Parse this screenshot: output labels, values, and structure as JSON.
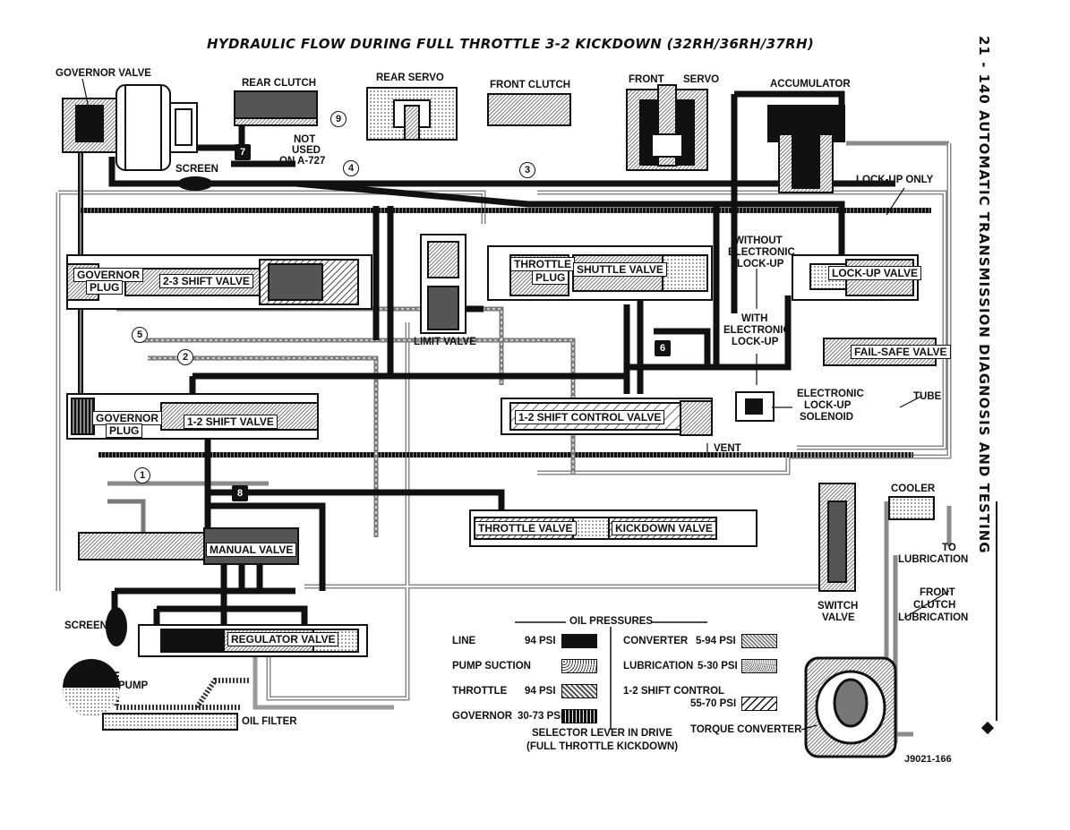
{
  "title": "HYDRAULIC FLOW DURING FULL THROTTLE 3-2 KICKDOWN (32RH/36RH/37RH)",
  "side_header": "21 - 140   AUTOMATIC TRANSMISSION DIAGNOSIS AND TESTING",
  "figure_id": "J9021-166",
  "components": {
    "governor_valve": "GOVERNOR VALVE",
    "rear_clutch": "REAR CLUTCH",
    "rear_servo": "REAR SERVO",
    "front_clutch": "FRONT CLUTCH",
    "front": "FRONT",
    "servo": "SERVO",
    "accumulator": "ACCUMULATOR",
    "screen_top": "SCREEN",
    "not_used_1": "NOT",
    "not_used_2": "USED",
    "not_used_3": "ON A-727",
    "lockup_only": "LOCK-UP ONLY",
    "without_electronic_1": "WITHOUT",
    "without_electronic_2": "ELECTRONIC",
    "without_electronic_3": "LOCK-UP",
    "with_electronic_1": "WITH",
    "with_electronic_2": "ELECTRONIC",
    "with_electronic_3": "LOCK-UP",
    "electronic_solenoid_1": "ELECTRONIC",
    "electronic_solenoid_2": "LOCK-UP",
    "electronic_solenoid_3": "SOLENOID",
    "governor_plug_top_1": "GOVERNOR",
    "governor_plug_top_2": "PLUG",
    "shift_23": "2-3 SHIFT VALVE",
    "throttle_plug_1": "THROTTLE",
    "throttle_plug_2": "PLUG",
    "shuttle_valve": "SHUTTLE VALVE",
    "lockup_valve": "LOCK-UP VALVE",
    "limit_valve": "LIMIT VALVE",
    "failsafe_valve": "FAIL-SAFE VALVE",
    "tube": "TUBE",
    "governor_plug_bot_1": "GOVERNOR",
    "governor_plug_bot_2": "PLUG",
    "shift_12": "1-2 SHIFT VALVE",
    "shift_12_control": "1-2 SHIFT CONTROL VALVE",
    "vent": "VENT",
    "cooler": "COOLER",
    "to_lubrication_1": "TO",
    "to_lubrication_2": "LUBRICATION",
    "throttle_valve": "THROTTLE VALVE",
    "kickdown_valve": "KICKDOWN VALVE",
    "manual_valve": "MANUAL VALVE",
    "switch_valve_1": "SWITCH",
    "switch_valve_2": "VALVE",
    "front_clutch_lub_1": "FRONT",
    "front_clutch_lub_2": "CLUTCH",
    "front_clutch_lub_3": "LUBRICATION",
    "screen_bottom": "SCREEN",
    "regulator_valve": "REGULATOR VALVE",
    "pump": "PUMP",
    "oil_filter": "OIL FILTER",
    "torque_converter": "TORQUE CONVERTER",
    "selector_1": "SELECTOR LEVER IN DRIVE",
    "selector_2": "(FULL THROTTLE KICKDOWN)"
  },
  "circuit_numbers": [
    "1",
    "2",
    "3",
    "4",
    "5",
    "6",
    "7",
    "8",
    "9"
  ],
  "legend": {
    "heading": "OIL PRESSURES",
    "items": [
      {
        "label": "LINE",
        "value": "94 PSI",
        "pattern": "line"
      },
      {
        "label": "PUMP SUCTION",
        "value": "",
        "pattern": "suction"
      },
      {
        "label": "THROTTLE",
        "value": "94 PSI",
        "pattern": "throttle"
      },
      {
        "label": "GOVERNOR",
        "value": "30-73 PSI",
        "pattern": "governor"
      },
      {
        "label": "CONVERTER",
        "value": "5-94 PSI",
        "pattern": "converter"
      },
      {
        "label": "LUBRICATION",
        "value": "5-30 PSI",
        "pattern": "lubrication"
      },
      {
        "label": "1-2 SHIFT CONTROL",
        "value": "55-70 PSI",
        "pattern": "shiftcontrol"
      }
    ]
  },
  "colors": {
    "ink": "#111111",
    "paper": "#ffffff",
    "shade": "#9a9a9a"
  }
}
